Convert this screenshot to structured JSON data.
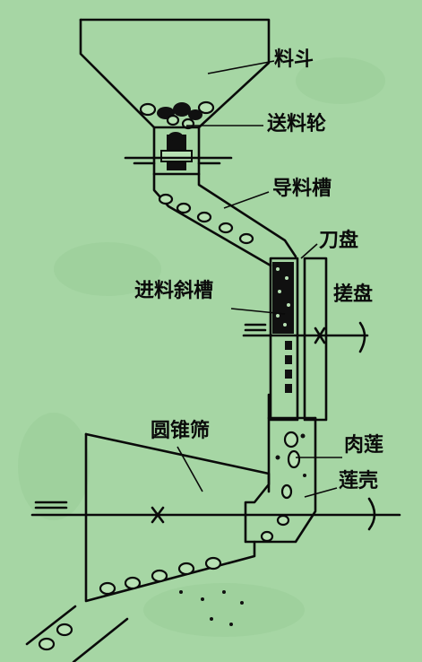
{
  "labels": {
    "hopper": "料斗",
    "feed_wheel": "送料轮",
    "guide_chute": "导料槽",
    "cutter_disc": "刀盘",
    "feed_incline": "进料斜槽",
    "rubbing_disc": "搓盘",
    "cone_screen": "圆锥筛",
    "lotus_meat": "肉莲",
    "lotus_shell": "莲壳"
  }
}
